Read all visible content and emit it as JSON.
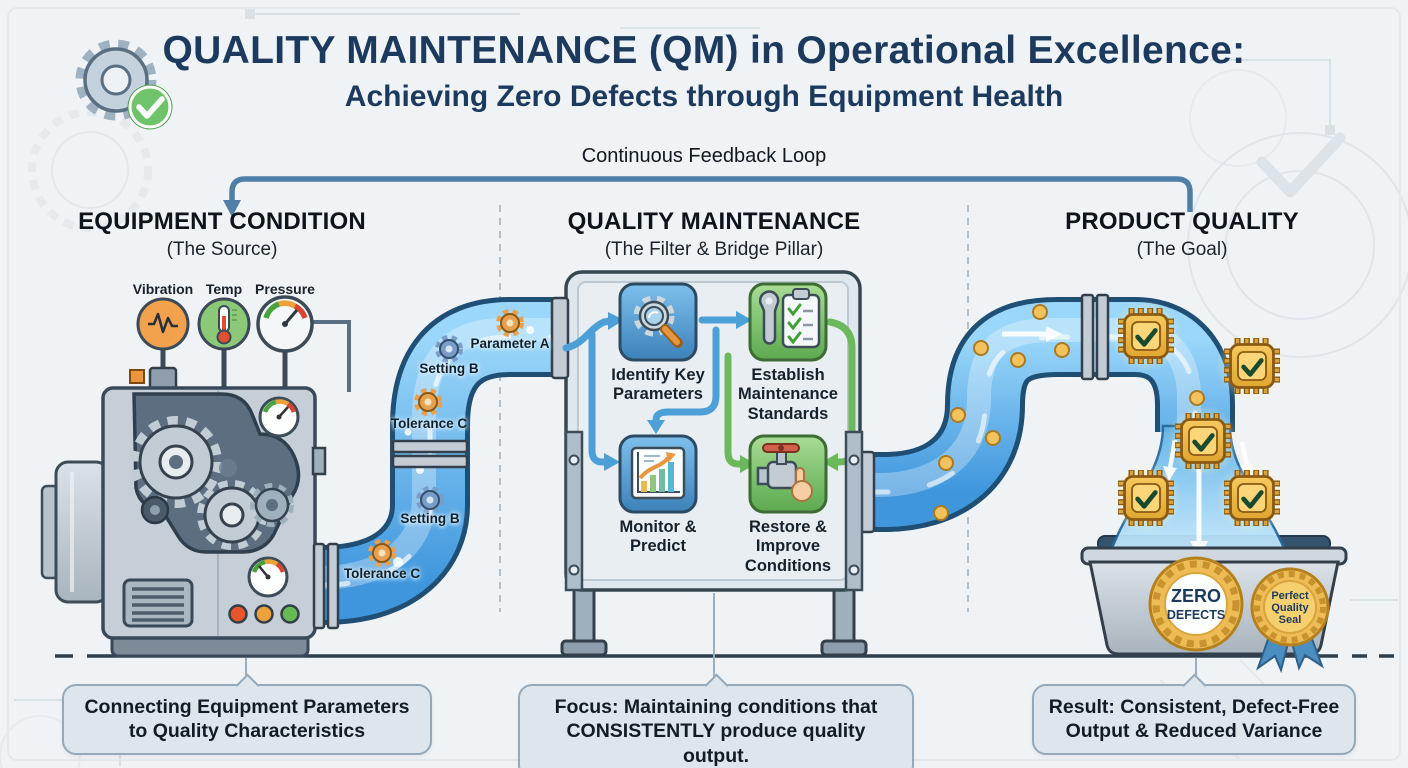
{
  "header": {
    "title_line1": "QUALITY MAINTENANCE (QM) in Operational Excellence:",
    "title_line2": "Achieving Zero Defects through Equipment Health"
  },
  "feedback_loop_label": "Continuous Feedback Loop",
  "columns": [
    {
      "title": "EQUIPMENT CONDITION",
      "subtitle": "(The Source)"
    },
    {
      "title": "QUALITY MAINTENANCE",
      "subtitle": "(The Filter & Bridge Pillar)"
    },
    {
      "title": "PRODUCT QUALITY",
      "subtitle": "(The Goal)"
    }
  ],
  "gauges": [
    {
      "label": "Vibration"
    },
    {
      "label": "Temp"
    },
    {
      "label": "Pressure"
    }
  ],
  "pipe_labels": [
    {
      "text": "Parameter A"
    },
    {
      "text": "Setting B"
    },
    {
      "text": "Tolerance C"
    },
    {
      "text": "Setting B"
    },
    {
      "text": "Tolerance C"
    }
  ],
  "qm_steps": [
    {
      "label": "Identify Key Parameters"
    },
    {
      "label": "Establish Maintenance Standards"
    },
    {
      "label": "Monitor & Predict"
    },
    {
      "label": "Restore & Improve Conditions"
    }
  ],
  "product": {
    "zero_defects": {
      "line1": "ZERO",
      "line2": "DEFECTS"
    },
    "seal": {
      "line1": "Perfect",
      "line2": "Quality",
      "line3": "Seal"
    }
  },
  "captions": [
    {
      "prefix": "",
      "text": "Connecting Equipment Parameters to Quality Characteristics"
    },
    {
      "prefix": "Focus:",
      "text": " Maintaining conditions that CONSISTENTLY produce quality output."
    },
    {
      "prefix": "Result:",
      "text": " Consistent, Defect-Free Output & Reduced Variance"
    }
  ],
  "colors": {
    "title_navy": "#1c3a5e",
    "pipe_blue": "#4aa2e6",
    "accent_blue": "#4d9fd8",
    "accent_green": "#6cb85c",
    "gold": "#eebc55",
    "feedback_arrow": "#4f7fa6"
  }
}
